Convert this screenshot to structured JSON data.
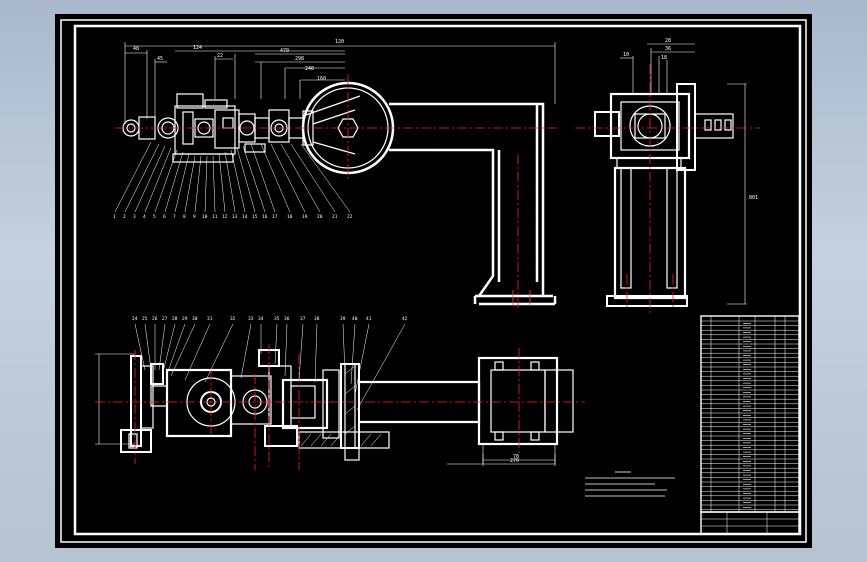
{
  "drawing": {
    "background": "#000000",
    "line_color": "#ffffff",
    "center_line_color": "#ff2020",
    "hidden_line_color": "#ff4444",
    "top_view_callouts": [
      "1",
      "2",
      "3",
      "4",
      "5",
      "6",
      "7",
      "8",
      "9",
      "10",
      "11",
      "12",
      "13",
      "14",
      "15",
      "16",
      "17",
      "18",
      "19",
      "20",
      "21",
      "22"
    ],
    "bottom_view_callouts": [
      "24",
      "25",
      "26",
      "27",
      "28",
      "29",
      "30",
      "31",
      "32",
      "33",
      "34",
      "35",
      "36",
      "37",
      "38",
      "39",
      "40",
      "41",
      "42"
    ],
    "top_dimensions": [
      "120",
      "48",
      "45",
      "124",
      "22",
      "470",
      "298",
      "248",
      "160"
    ],
    "side_dimensions": [
      "28",
      "36",
      "10",
      "18",
      "801"
    ],
    "bottom_dimensions": [
      "70",
      "270"
    ]
  }
}
